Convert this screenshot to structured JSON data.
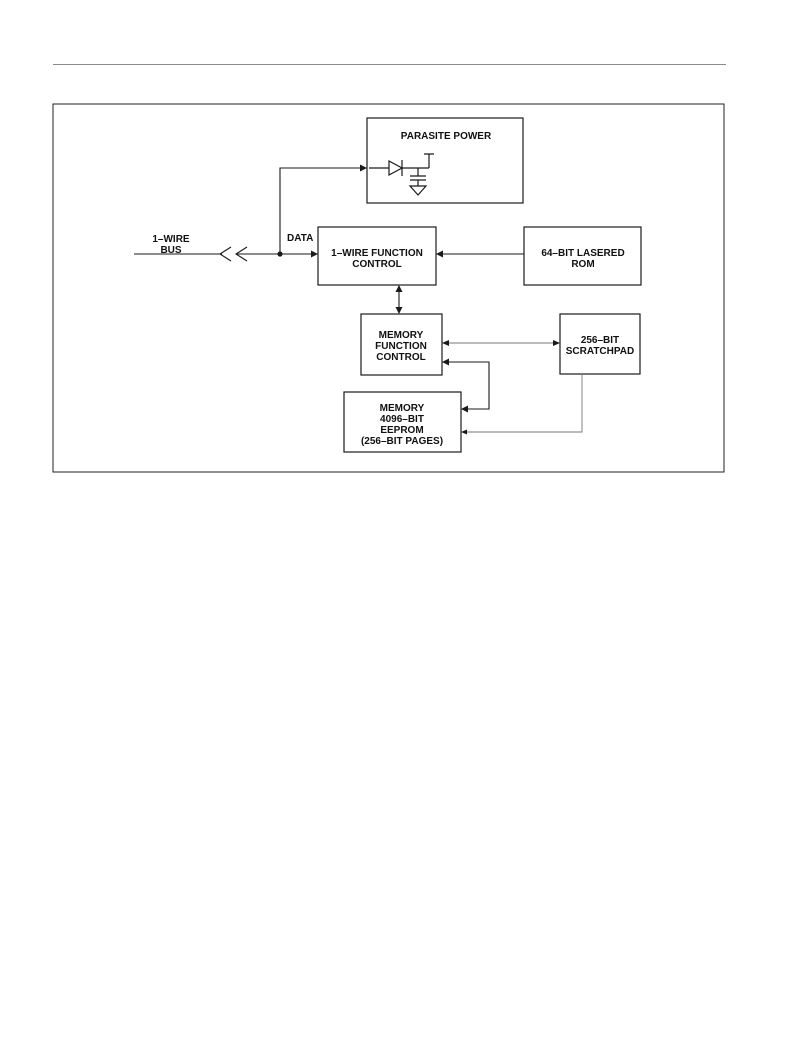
{
  "diagram": {
    "blocks": {
      "parasite_power": {
        "lines": [
          "PARASITE POWER"
        ]
      },
      "wire_function_control": {
        "lines": [
          "1–WIRE FUNCTION",
          "CONTROL"
        ]
      },
      "lasered_rom": {
        "lines": [
          "64–BIT LASERED",
          "ROM"
        ]
      },
      "memory_function_control": {
        "lines": [
          "MEMORY",
          "FUNCTION",
          "CONTROL"
        ]
      },
      "scratchpad": {
        "lines": [
          "256–BIT",
          "SCRATCHPAD"
        ]
      },
      "eeprom": {
        "lines": [
          "MEMORY",
          "4096–BIT",
          "EEPROM",
          "(256–BIT PAGES)"
        ]
      }
    },
    "labels": {
      "bus": [
        "1–WIRE",
        "BUS"
      ],
      "data": "DATA"
    },
    "colors": {
      "line": "#1a1a1a",
      "frame": "#222222",
      "rule": "#8a8a8a"
    }
  }
}
